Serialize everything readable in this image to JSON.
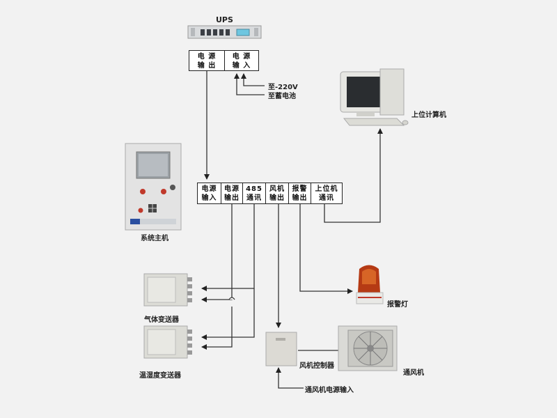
{
  "ups": {
    "title": "UPS",
    "output_line1": "电 源",
    "output_line2": "输 出",
    "input_line1": "电 源",
    "input_line2": "输 入",
    "feed_220v": "至-220V",
    "feed_battery": "至蓄电池"
  },
  "host": {
    "label": "系统主机",
    "terminals": [
      {
        "line1": "电源",
        "line2": "输入"
      },
      {
        "line1": "电源",
        "line2": "输出"
      },
      {
        "line1": "485",
        "line2": "通讯"
      },
      {
        "line1": "风机",
        "line2": "输出"
      },
      {
        "line1": "报警",
        "line2": "输出"
      },
      {
        "line1": "上位机",
        "line2": "通讯"
      }
    ]
  },
  "devices": {
    "computer": "上位计算机",
    "gas_transmitter": "气体变送器",
    "th_transmitter": "温湿度变送器",
    "alarm_lamp": "报警灯",
    "fan_controller": "风机控制器",
    "fan": "通风机",
    "fan_power_input": "通风机电源输入"
  }
}
